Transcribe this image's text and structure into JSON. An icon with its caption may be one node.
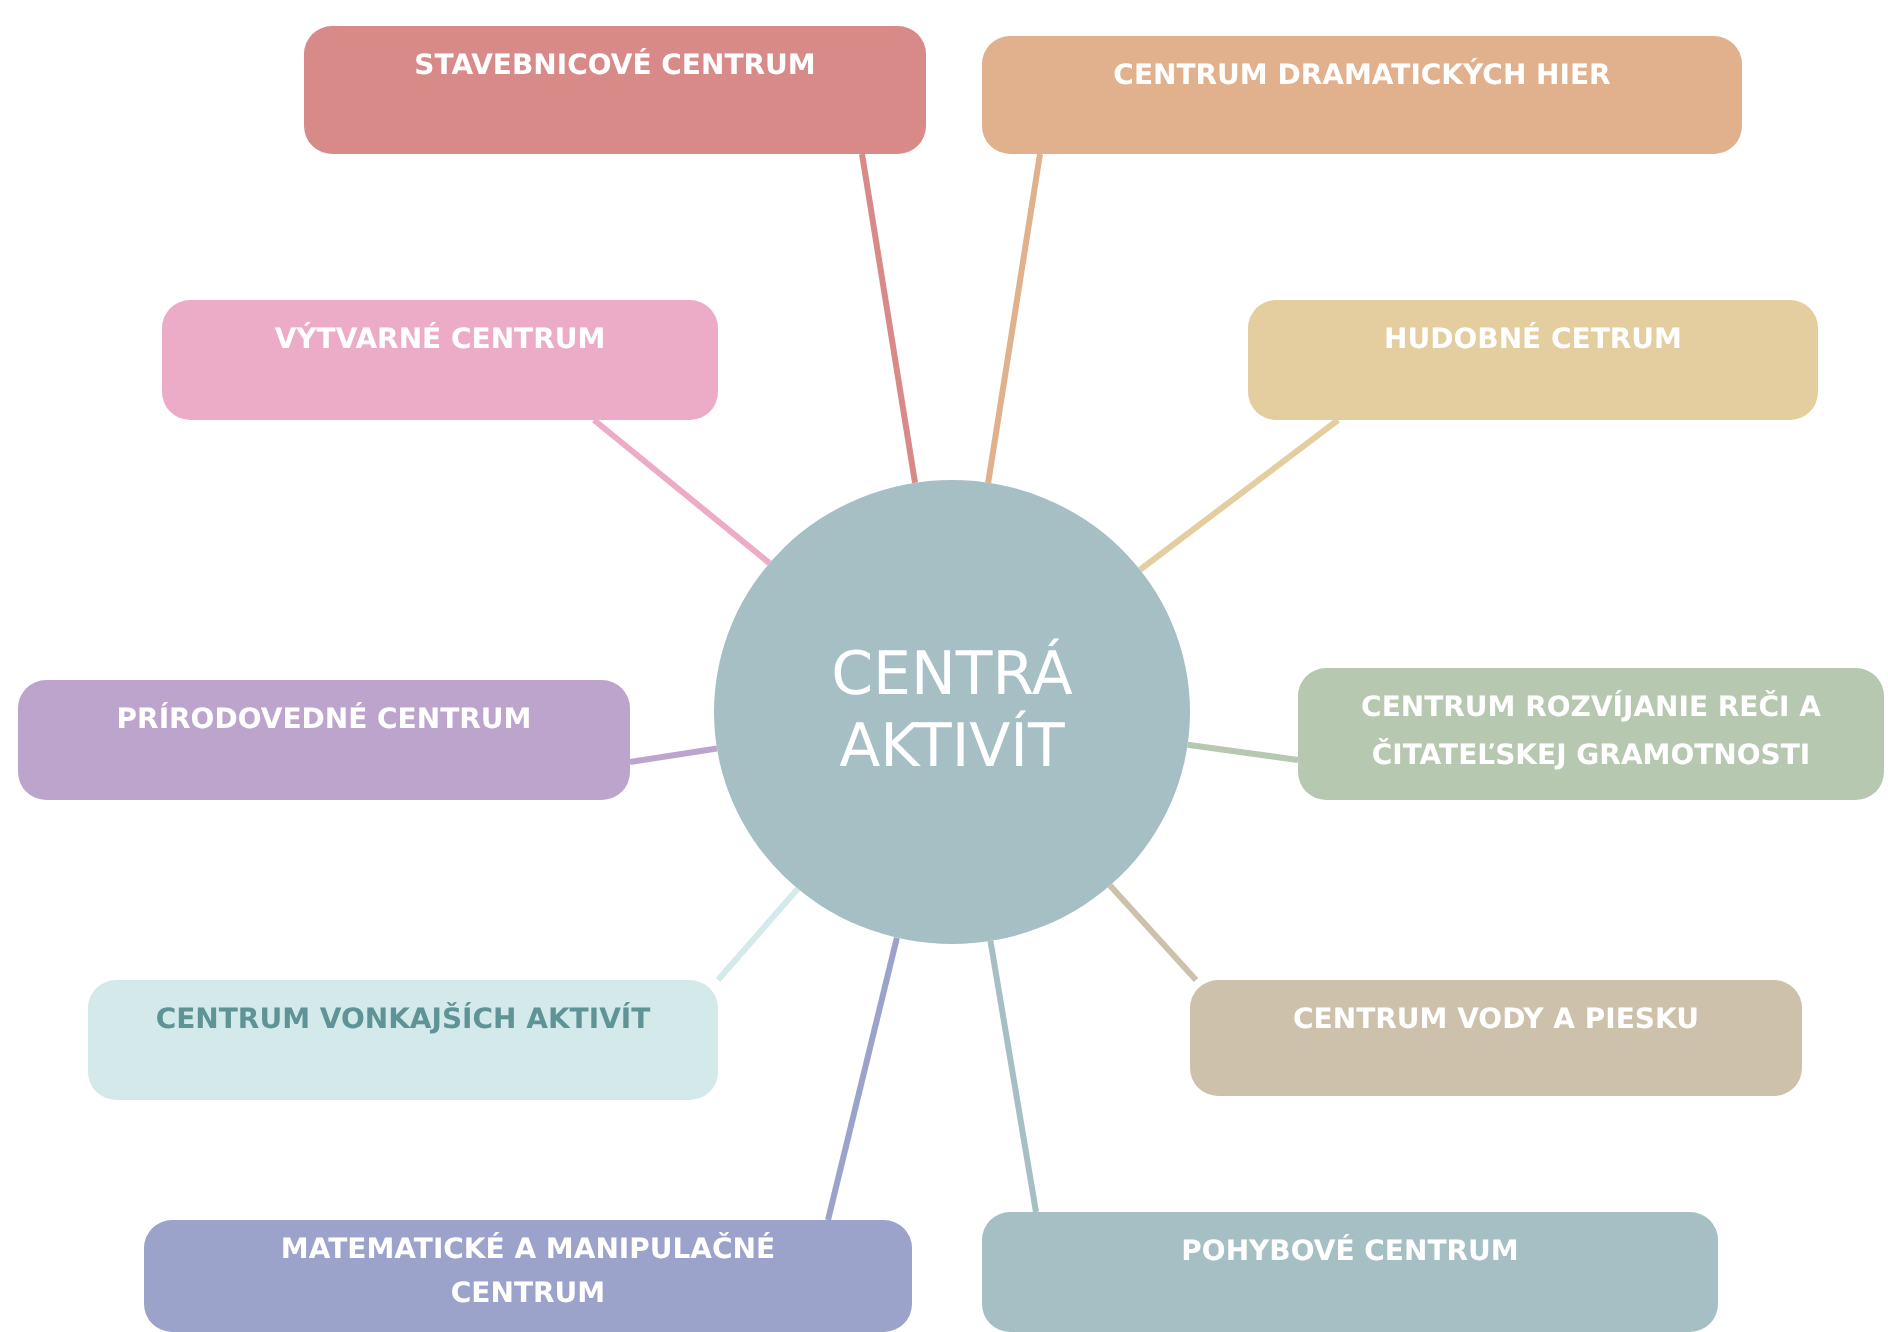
{
  "diagram": {
    "nodes": [
      {
        "text": [
          "CENTRÁ AKTIVÍT"
        ]
      },
      {
        "text": [
          "STAVEBNICOVÉ CENTRUM"
        ]
      },
      {
        "text": [
          "CENTRUM DRAMATICKÝCH HIER"
        ]
      },
      {
        "text": [
          "VÝTVARNÉ CENTRUM"
        ]
      },
      {
        "text": [
          "HUDOBNÉ CETRUM"
        ]
      },
      {
        "text": [
          "PRÍRODOVEDNÉ CENTRUM"
        ]
      },
      {
        "text": [
          "CENTRUM ROZVÍJANIE REČI A ČITATEĽSKEJ GRAMOTNOSTI"
        ]
      },
      {
        "text": [
          "CENTRUM VONKAJŠÍCH AKTIVÍT"
        ]
      },
      {
        "text": [
          "CENTRUM VODY A PIESKU"
        ]
      },
      {
        "text": [
          "MATEMATICKÉ A MANIPULAČNÉ CENTRUM"
        ]
      },
      {
        "text": [
          "POHYBOVÉ CENTRUM"
        ]
      }
    ],
    "edges": [
      {
        "from": 0,
        "to": 1,
        "arrow": "none",
        "color": "#d88a88"
      },
      {
        "from": 0,
        "to": 2,
        "arrow": "none",
        "color": "#e1b08c"
      },
      {
        "from": 0,
        "to": 3,
        "arrow": "none",
        "color": "#ecacc8"
      },
      {
        "from": 0,
        "to": 4,
        "arrow": "none",
        "color": "#e4cd9e"
      },
      {
        "from": 0,
        "to": 5,
        "arrow": "none",
        "color": "#bda4cd"
      },
      {
        "from": 0,
        "to": 6,
        "arrow": "none",
        "color": "#b6c8b0"
      },
      {
        "from": 0,
        "to": 7,
        "arrow": "none",
        "color": "#d3e9ea"
      },
      {
        "from": 0,
        "to": 8,
        "arrow": "none",
        "color": "#cdc1ab"
      },
      {
        "from": 0,
        "to": 9,
        "arrow": "none",
        "color": "#9ca3ca"
      },
      {
        "from": 0,
        "to": 10,
        "arrow": "none",
        "color": "#a6bfc4"
      }
    ]
  }
}
